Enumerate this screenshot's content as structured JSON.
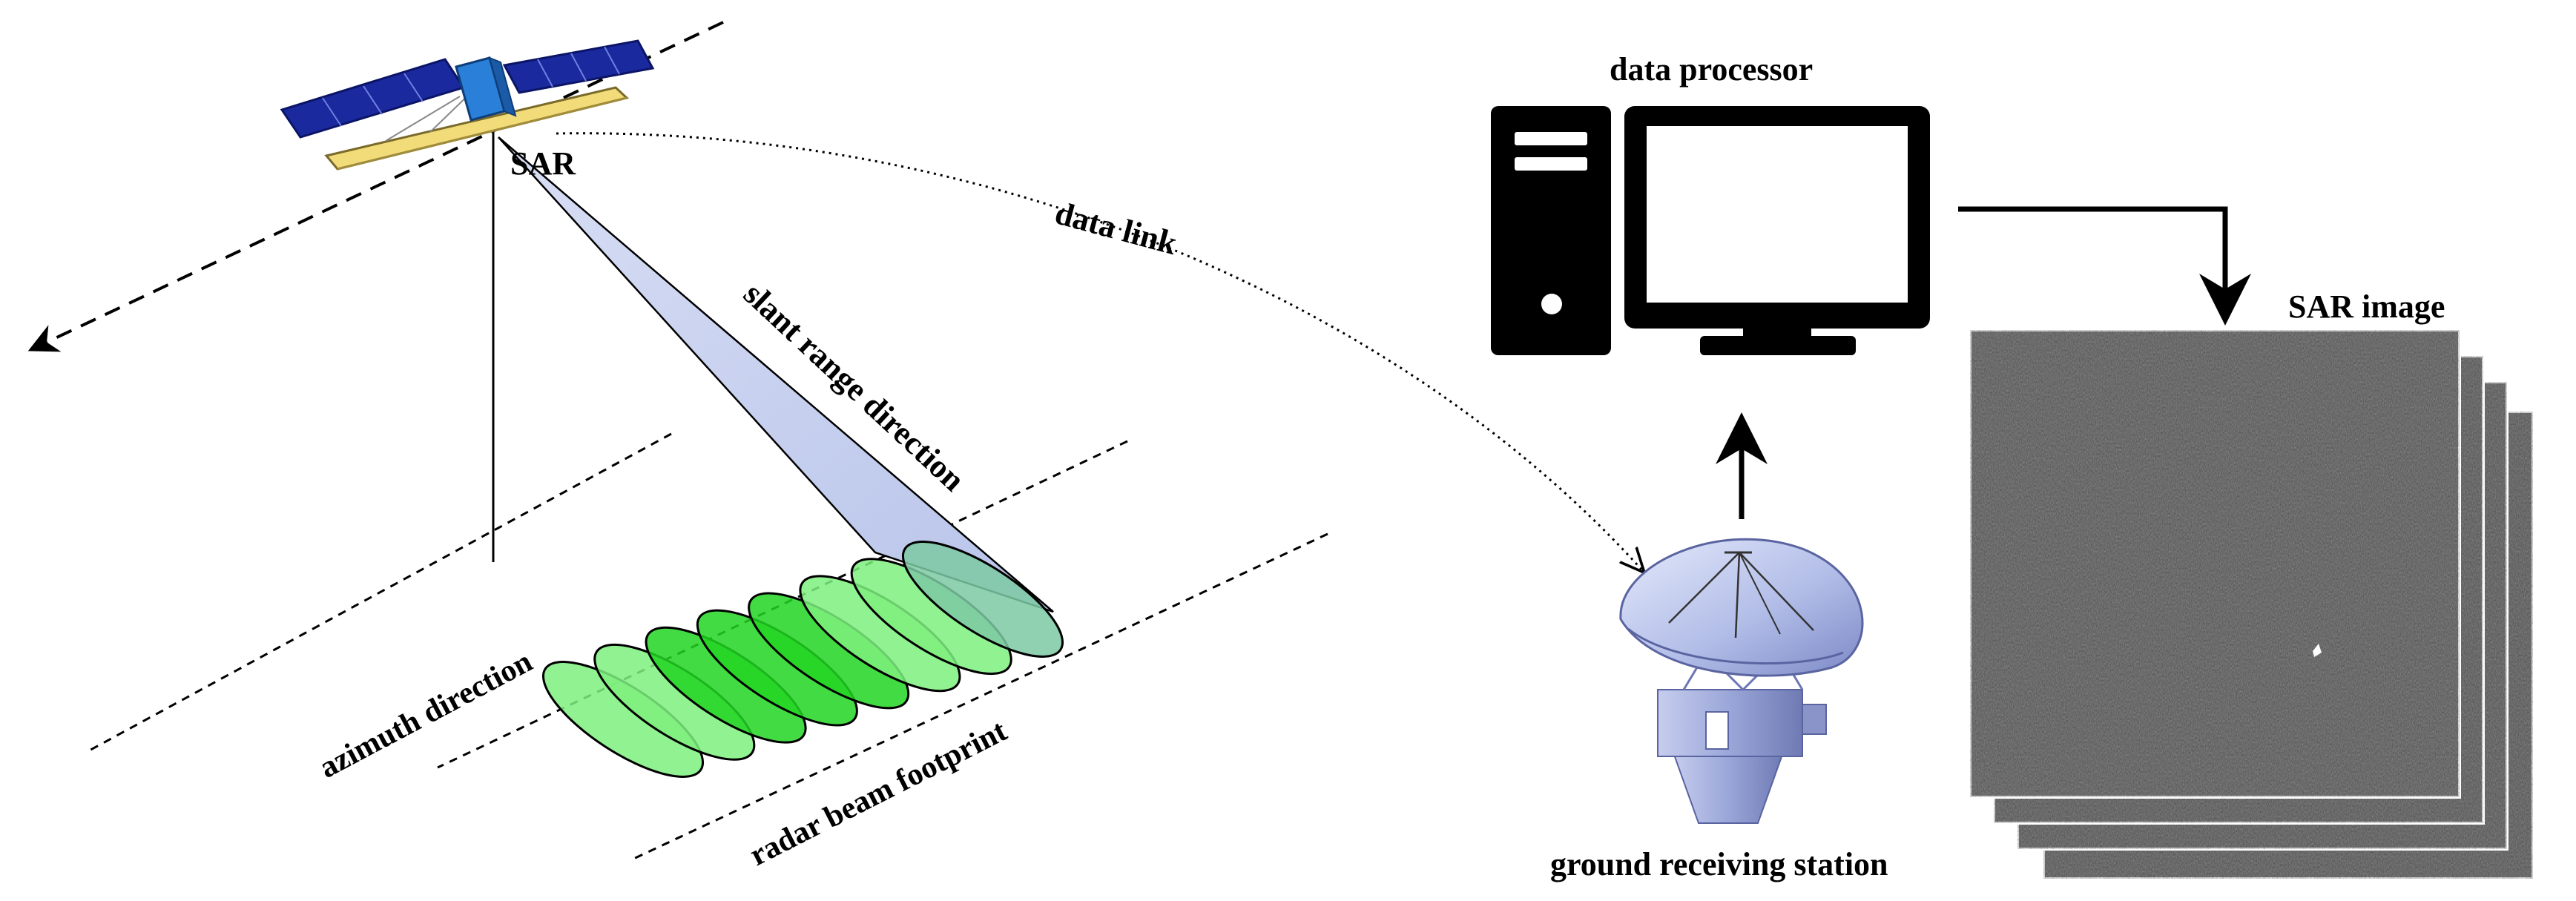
{
  "labels": {
    "sar": "SAR",
    "data_link": "data link",
    "slant_range_direction": "slant range direction",
    "azimuth_direction": "azimuth direction",
    "radar_beam_footprint": "radar beam footprint",
    "data_processor": "data processor",
    "sar_image": "SAR image",
    "ground_receiving_station": "ground receiving station"
  },
  "icons": {
    "satellite": "satellite-icon",
    "computer": "desktop-computer-icon",
    "dish": "satellite-dish-icon",
    "sar_images": "sar-image-stack-icon"
  },
  "colors": {
    "beam": "#c7d2ef",
    "footprint_fill": "#7ef07e",
    "footprint_dark": "#22d522",
    "footprint_overlap": "#7cc9a3",
    "solar_panel": "#1a2a9e",
    "satellite_body": "#2a7fd8",
    "dish": "#b9c3ea",
    "sar_image": "#4a4a4a"
  },
  "footprint_count": 8
}
